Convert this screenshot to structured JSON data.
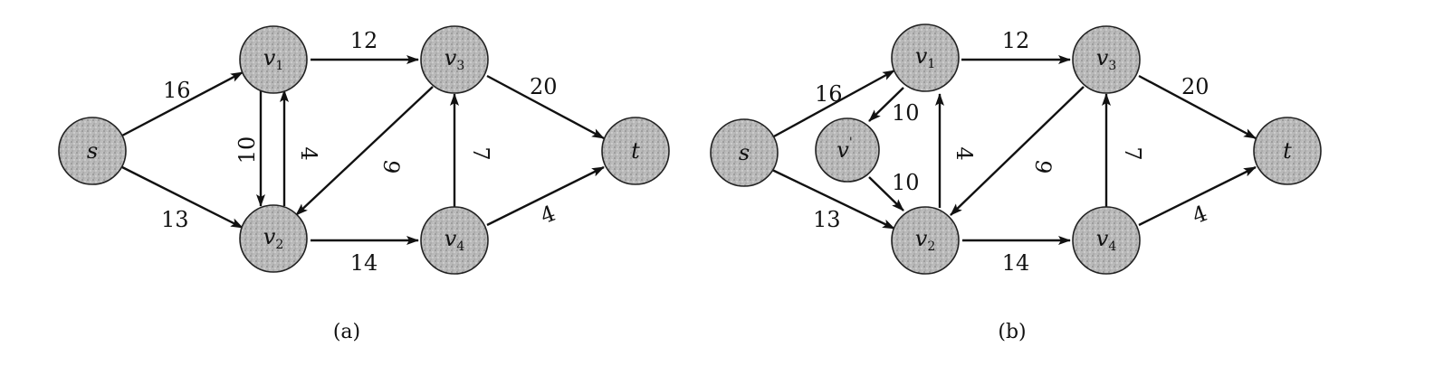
{
  "figure_a": {
    "caption": "(a)",
    "nodes": {
      "s": {
        "name": "s",
        "sub": ""
      },
      "v1": {
        "name": "v",
        "sub": "1"
      },
      "v2": {
        "name": "v",
        "sub": "2"
      },
      "v3": {
        "name": "v",
        "sub": "3"
      },
      "v4": {
        "name": "v",
        "sub": "4"
      },
      "t": {
        "name": "t",
        "sub": ""
      }
    },
    "edges": {
      "s_v1": "16",
      "s_v2": "13",
      "v1_v2": "10",
      "v2_v1": "4",
      "v1_v3": "12",
      "v3_v2": "9",
      "v2_v4": "14",
      "v4_v3": "7",
      "v3_t": "20",
      "v4_t": "4"
    }
  },
  "figure_b": {
    "caption": "(b)",
    "nodes": {
      "s": {
        "name": "s",
        "sub": ""
      },
      "v1": {
        "name": "v",
        "sub": "1"
      },
      "vp": {
        "name": "v",
        "sub": "'"
      },
      "v2": {
        "name": "v",
        "sub": "2"
      },
      "v3": {
        "name": "v",
        "sub": "3"
      },
      "v4": {
        "name": "v",
        "sub": "4"
      },
      "t": {
        "name": "t",
        "sub": ""
      }
    },
    "edges": {
      "s_v1": "16",
      "s_v2": "13",
      "v1_vp": "10",
      "vp_v2": "10",
      "v2_v1": "4",
      "v1_v3": "12",
      "v3_v2": "9",
      "v2_v4": "14",
      "v4_v3": "7",
      "v3_t": "20",
      "v4_t": "4"
    }
  }
}
